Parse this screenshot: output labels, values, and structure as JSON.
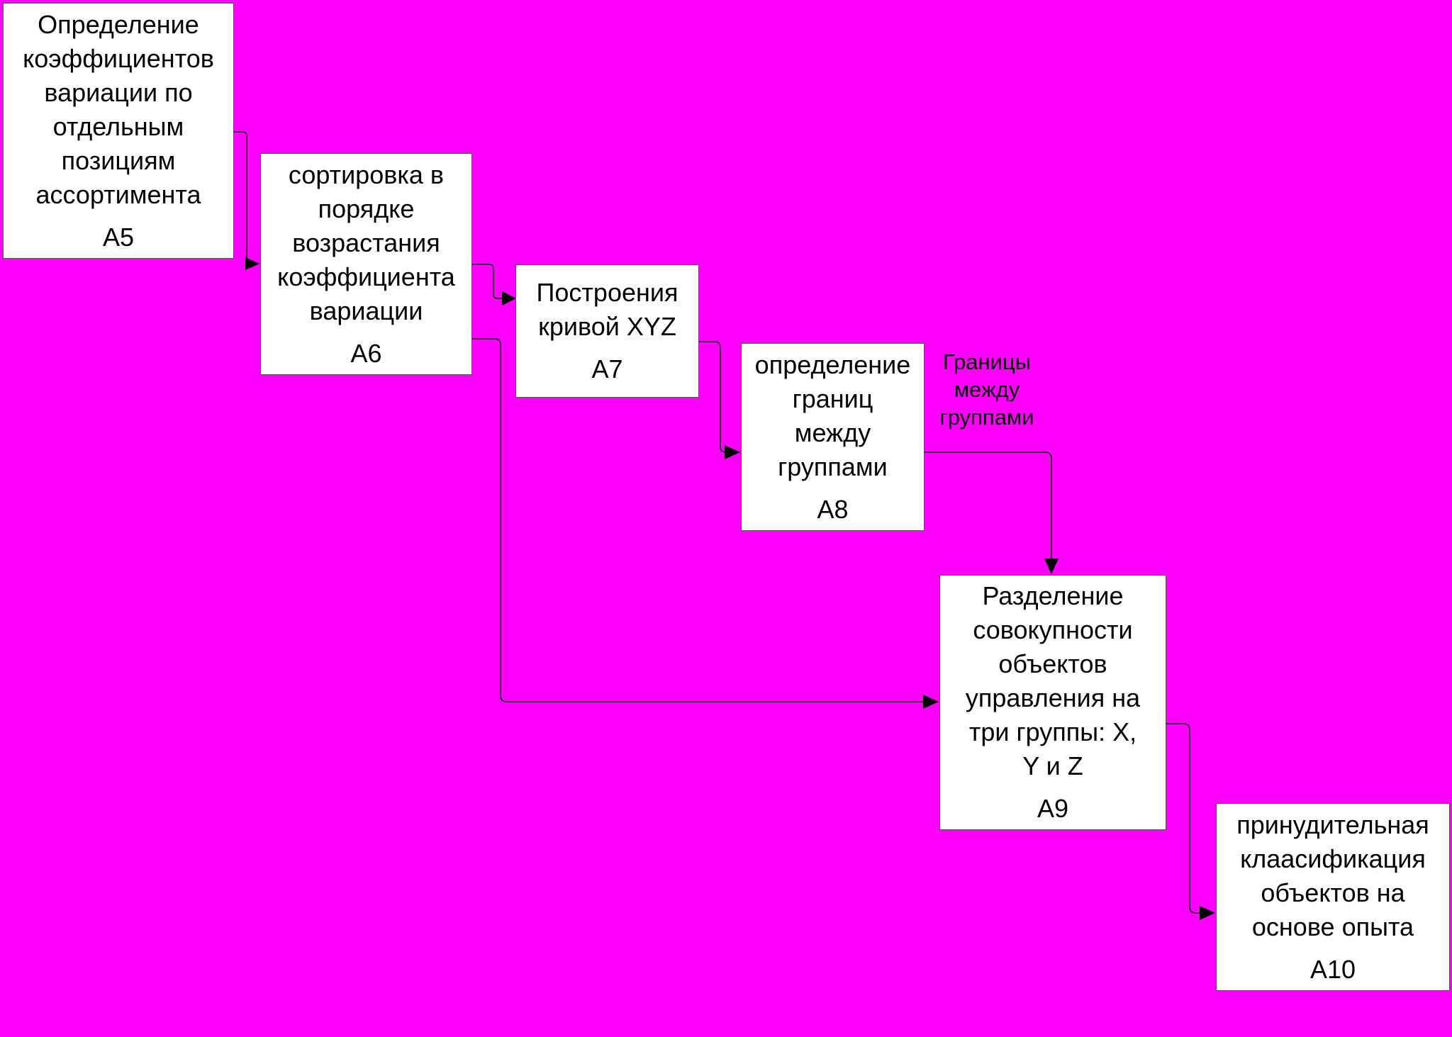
{
  "colors": {
    "background": "#FF00FF",
    "box_fill": "#FFFFFF",
    "line": "#000000"
  },
  "boxes": [
    {
      "id": "a5",
      "title": "Определение\nкоэффициентов\nвариации по\nотдельным\nпозициям\nассортимента",
      "code": "A5"
    },
    {
      "id": "a6",
      "title": "сортировка в\nпорядке\nвозрастания\nкоэффициента\nвариации",
      "code": "A6"
    },
    {
      "id": "a7",
      "title": "Построения\nкривой XYZ",
      "code": "A7"
    },
    {
      "id": "a8",
      "title": "определение\nграниц\nмежду\nгруппами",
      "code": "A8"
    },
    {
      "id": "a9",
      "title": "Разделение\nсовокупности\nобъектов\nуправления на\nтри группы:  X,\nY и Z",
      "code": "A9"
    },
    {
      "id": "a10",
      "title": "принудительная\nклаасификация\nобъектов на\nоснове опыта",
      "code": "A10"
    }
  ],
  "arrow_label": "Границы\nмежду\nгруппами"
}
